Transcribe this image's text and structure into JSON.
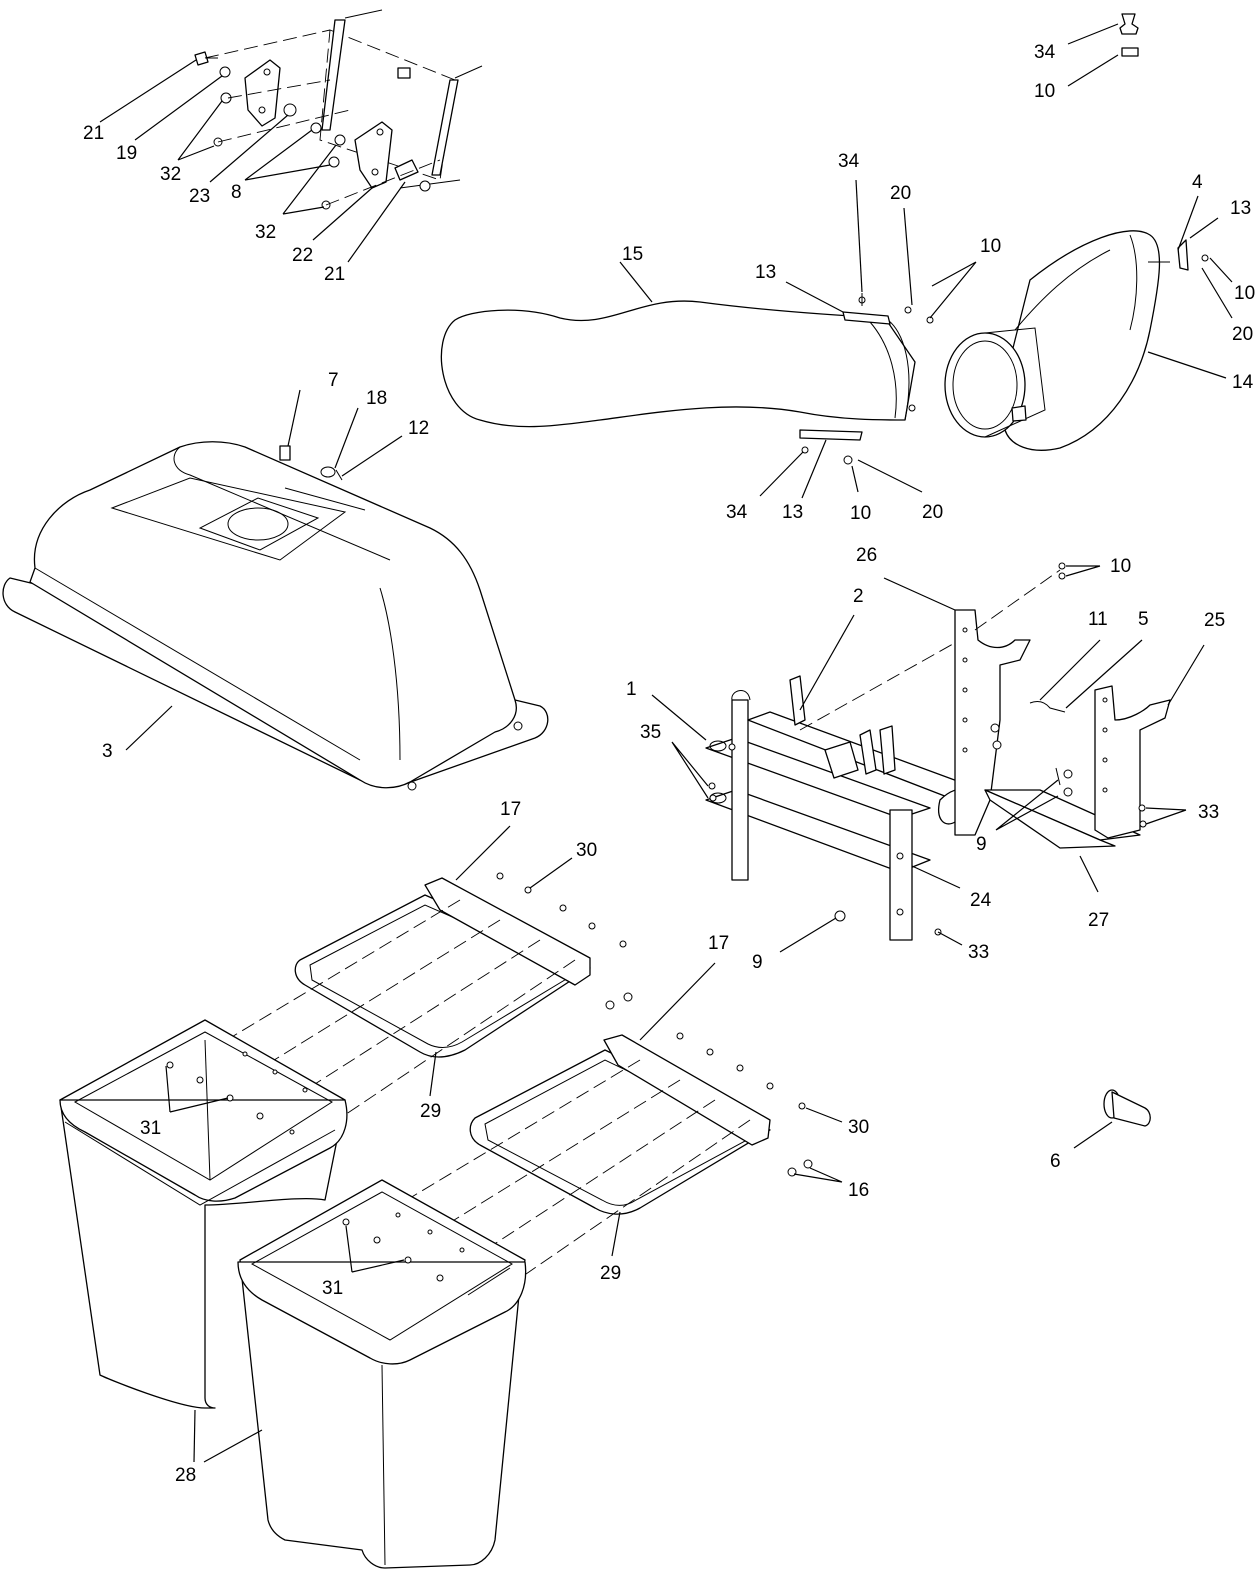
{
  "labels": [
    "21",
    "19",
    "32",
    "23",
    "8",
    "32",
    "22",
    "21",
    "34",
    "10",
    "15",
    "34",
    "20",
    "10",
    "13",
    "4",
    "13",
    "10",
    "20",
    "14",
    "34",
    "13",
    "10",
    "20",
    "7",
    "18",
    "12",
    "3",
    "26",
    "10",
    "2",
    "11",
    "5",
    "25",
    "1",
    "35",
    "9",
    "33",
    "24",
    "27",
    "9",
    "33",
    "17",
    "30",
    "29",
    "31",
    "28",
    "17",
    "30",
    "16",
    "29",
    "31",
    "6"
  ]
}
